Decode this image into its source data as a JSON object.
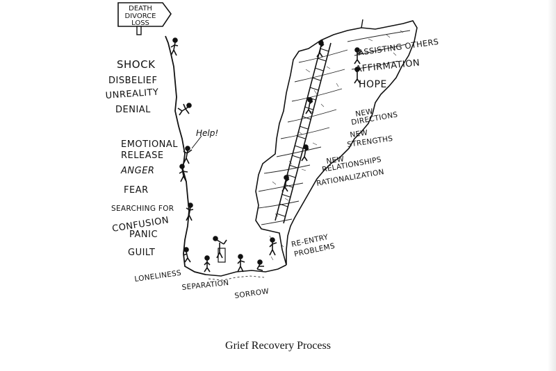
{
  "sign": {
    "lines": [
      "DEATH",
      "DIVORCE",
      "LOSS"
    ]
  },
  "help_text": "Help!",
  "left_stages": [
    "SHOCK",
    "DISBELIEF",
    "UNREALITY",
    "DENIAL",
    "EMOTIONAL",
    "RELEASE",
    "ANGER",
    "FEAR",
    "SEARCHING FOR",
    "CONFUSION",
    "PANIC",
    "GUILT"
  ],
  "bottom_stages": [
    "LONELINESS",
    "SEPARATION",
    "SORROW"
  ],
  "right_stages": [
    "ASSISTING OTHERS",
    "AFFIRMATION",
    "HOPE",
    "NEW",
    "DIRECTIONS",
    "NEW",
    "STRENGTHS",
    "NEW",
    "RELATIONSHIPS",
    "RATIONALIZATION",
    "RE-ENTRY",
    "PROBLEMS"
  ],
  "caption": "Grief Recovery Process"
}
